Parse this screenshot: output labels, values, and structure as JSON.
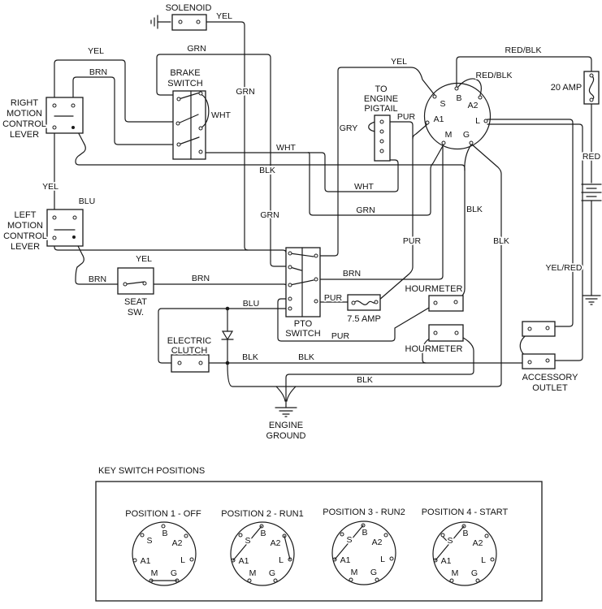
{
  "components": {
    "solenoid": {
      "label": "SOLENOID"
    },
    "brake_switch": {
      "line1": "BRAKE",
      "line2": "SWITCH"
    },
    "right_motion_lever": {
      "line1": "RIGHT",
      "line2": "MOTION",
      "line3": "CONTROL",
      "line4": "LEVER"
    },
    "left_motion_lever": {
      "line1": "LEFT",
      "line2": "MOTION",
      "line3": "CONTROL",
      "line4": "LEVER"
    },
    "seat_switch": {
      "line1": "SEAT",
      "line2": "SW."
    },
    "electric_clutch": {
      "line1": "ELECTRIC",
      "line2": "CLUTCH"
    },
    "pto_switch": {
      "line1": "PTO",
      "line2": "SWITCH"
    },
    "engine_pigtail": {
      "line1": "TO",
      "line2": "ENGINE",
      "line3": "PIGTAIL"
    },
    "fuse_75": {
      "label": "7.5 AMP"
    },
    "fuse_20": {
      "label": "20 AMP"
    },
    "hourmeter_1": {
      "label": "HOURMETER"
    },
    "hourmeter_2": {
      "label": "HOURMETER"
    },
    "accessory_outlet": {
      "line1": "ACCESSORY",
      "line2": "OUTLET"
    },
    "engine_ground": {
      "line1": "ENGINE",
      "line2": "GROUND"
    }
  },
  "wire_colors": {
    "yel": "YEL",
    "grn": "GRN",
    "brn": "BRN",
    "wht": "WHT",
    "blk": "BLK",
    "blu": "BLU",
    "pur": "PUR",
    "gry": "GRY",
    "red": "RED",
    "red_blk": "RED/BLK",
    "yel_red": "YEL/RED"
  },
  "key_switch": {
    "terminals": {
      "s": "S",
      "b": "B",
      "a2": "A2",
      "a1": "A1",
      "l": "L",
      "m": "M",
      "g": "G"
    }
  },
  "positions_panel": {
    "title": "KEY SWITCH POSITIONS",
    "positions": [
      {
        "label": "POSITION 1 - OFF",
        "connections": "M-G"
      },
      {
        "label": "POSITION 2 - RUN1",
        "connections": "B-A1, A2-L"
      },
      {
        "label": "POSITION 3 - RUN2",
        "connections": "B-A1"
      },
      {
        "label": "POSITION 4 - START",
        "connections": "B-A1-S"
      }
    ]
  }
}
